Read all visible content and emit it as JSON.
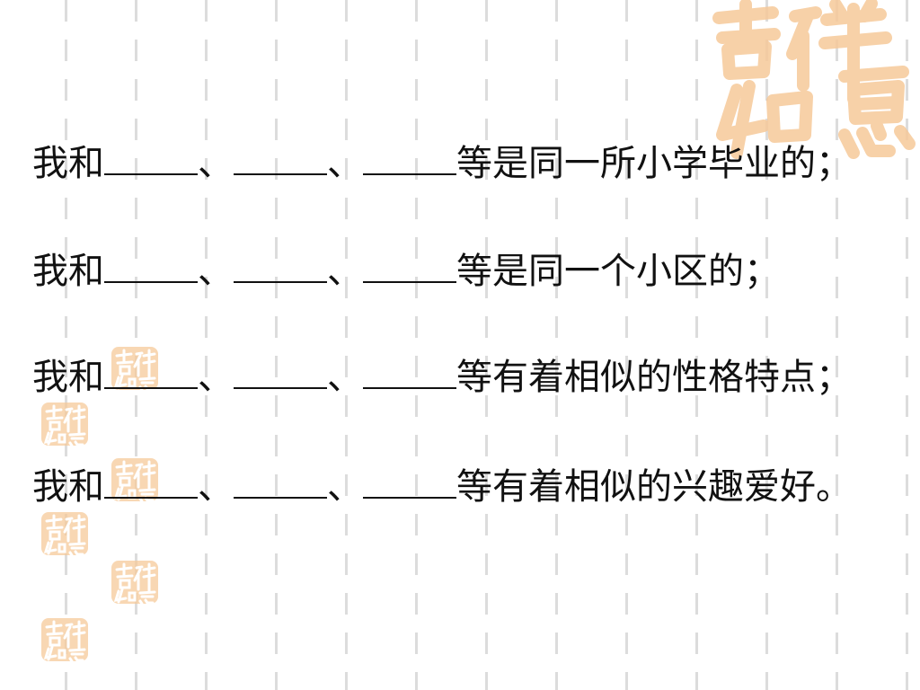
{
  "lines": [
    {
      "prefix": "我和",
      "sep1": "、",
      "sep2": "、",
      "suffix": "等是同一所小学毕业的；"
    },
    {
      "prefix": "我和",
      "sep1": "、",
      "sep2": "、",
      "suffix": "等是同一个小区的；"
    },
    {
      "prefix": "我和",
      "sep1": "、",
      "sep2": "、",
      "suffix": "等有着相似的性格特点；"
    },
    {
      "prefix": "我和",
      "sep1": "、",
      "sep2": "、",
      "suffix": "等有着相似的兴趣爱好。"
    }
  ],
  "decor": {
    "seal_text": "吉祥如意",
    "seal_color": "#f6c99a"
  }
}
